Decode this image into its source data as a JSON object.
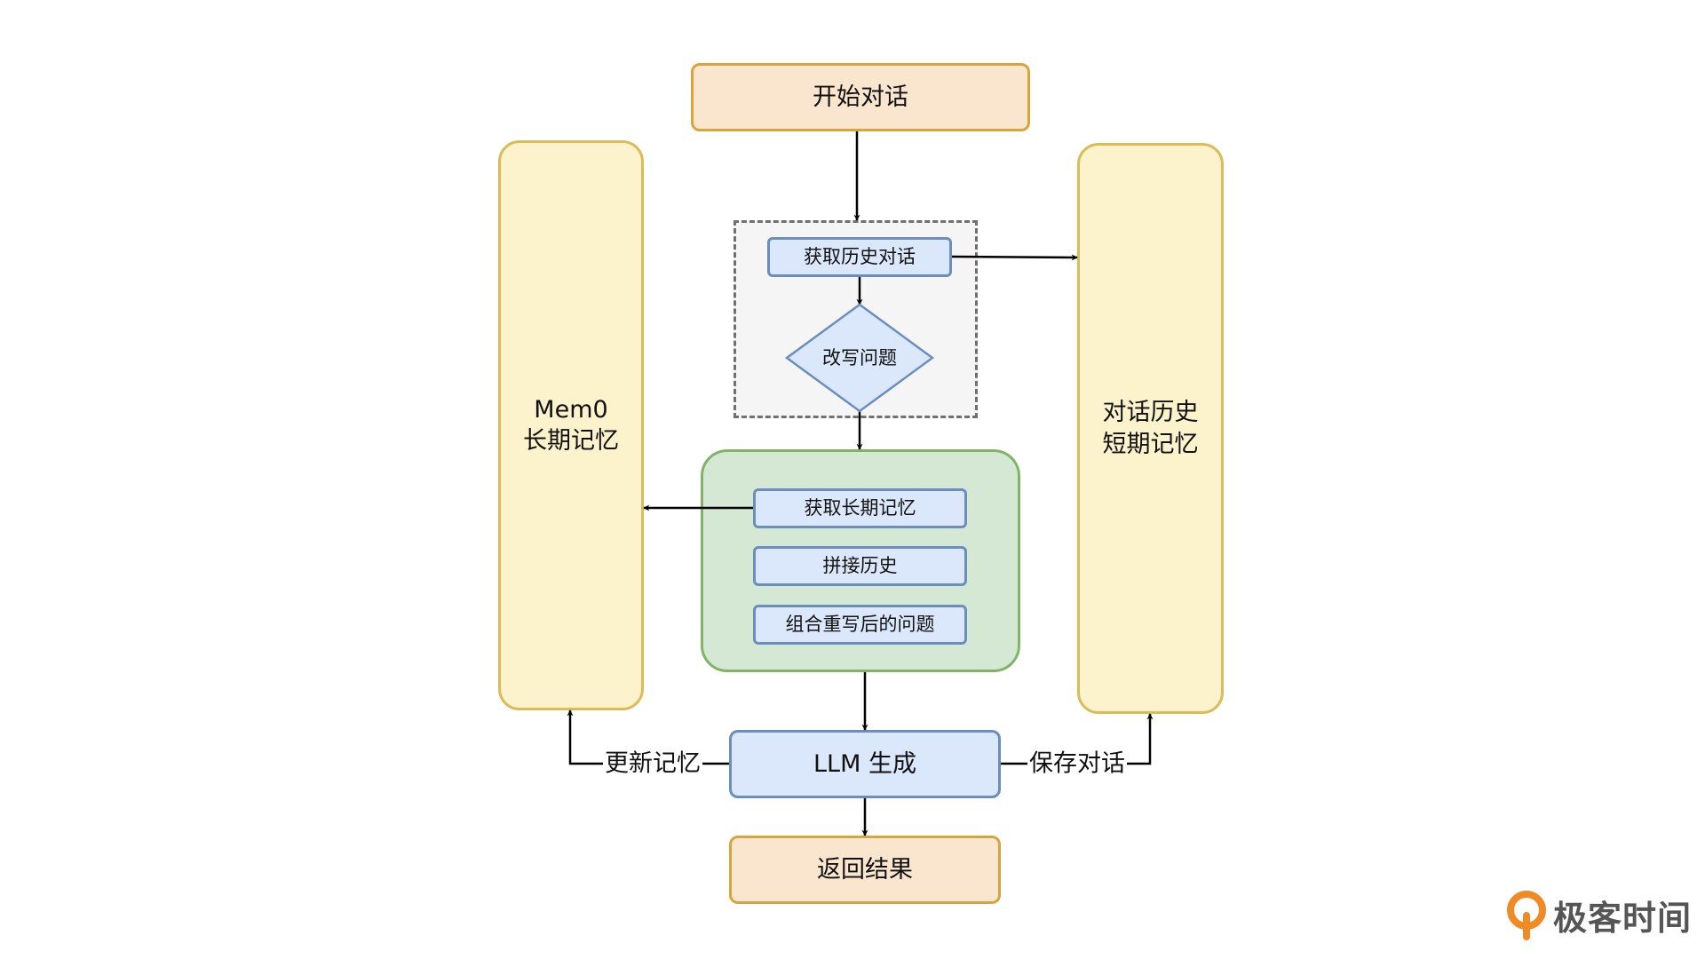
{
  "nodes": {
    "start": "开始对话",
    "fetch_history": "获取历史对话",
    "rewrite": "改写问题",
    "fetch_longterm": "获取长期记忆",
    "concat_history": "拼接历史",
    "combine": "组合重写后的问题",
    "llm": "LLM 生成",
    "result": "返回结果"
  },
  "longterm_memory": {
    "line1": "Mem0",
    "line2": "长期记忆"
  },
  "shortterm_memory": {
    "line1": "对话历史",
    "line2": "短期记忆"
  },
  "edge_labels": {
    "update_memory": "更新记忆",
    "save_dialog": "保存对话"
  },
  "logo": {
    "text": "极客时间"
  },
  "colors": {
    "orange_fill": "#fae6cf",
    "orange_stroke": "#d9a43c",
    "yellow_fill": "#fcf2cc",
    "yellow_stroke": "#dbbc58",
    "blue_fill": "#dbe7fa",
    "blue_stroke": "#6c8ebf",
    "green_fill": "#d5e8d4",
    "green_stroke": "#82b366",
    "dashed_fill": "#f5f5f5",
    "dashed_stroke": "#707070",
    "logo_orange": "#f08a24"
  }
}
